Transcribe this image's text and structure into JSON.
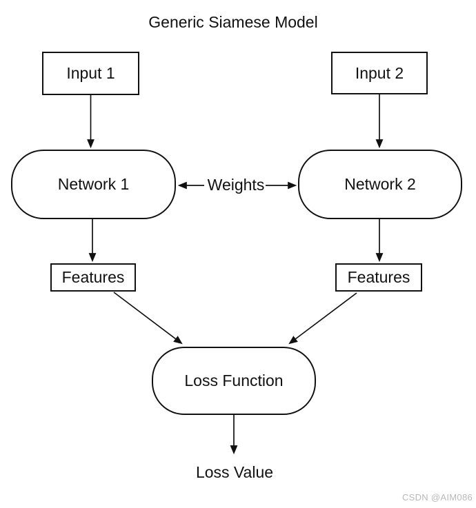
{
  "diagram": {
    "title": "Generic Siamese Model",
    "nodes": {
      "input1": {
        "label": "Input 1",
        "shape": "rectangle"
      },
      "input2": {
        "label": "Input 2",
        "shape": "rectangle"
      },
      "network1": {
        "label": "Network 1",
        "shape": "rounded-rectangle"
      },
      "network2": {
        "label": "Network 2",
        "shape": "rounded-rectangle"
      },
      "features1": {
        "label": "Features",
        "shape": "rectangle"
      },
      "features2": {
        "label": "Features",
        "shape": "rectangle"
      },
      "loss_function": {
        "label": "Loss Function",
        "shape": "rounded-rectangle"
      }
    },
    "labels": {
      "weights": "Weights",
      "loss_value": "Loss Value"
    },
    "edges": [
      {
        "from": "input1",
        "to": "network1",
        "style": "arrow-down"
      },
      {
        "from": "input2",
        "to": "network2",
        "style": "arrow-down"
      },
      {
        "from": "weights",
        "to": "network1",
        "style": "arrow-left"
      },
      {
        "from": "weights",
        "to": "network2",
        "style": "arrow-right"
      },
      {
        "from": "network1",
        "to": "features1",
        "style": "arrow-down"
      },
      {
        "from": "network2",
        "to": "features2",
        "style": "arrow-down"
      },
      {
        "from": "features1",
        "to": "loss_function",
        "style": "arrow-diagonal"
      },
      {
        "from": "features2",
        "to": "loss_function",
        "style": "arrow-diagonal"
      },
      {
        "from": "loss_function",
        "to": "loss_value",
        "style": "arrow-down"
      }
    ],
    "colors": {
      "stroke": "#111111",
      "background": "#ffffff",
      "watermark": "#b8b8b8"
    },
    "watermark": "CSDN @AIM086"
  }
}
